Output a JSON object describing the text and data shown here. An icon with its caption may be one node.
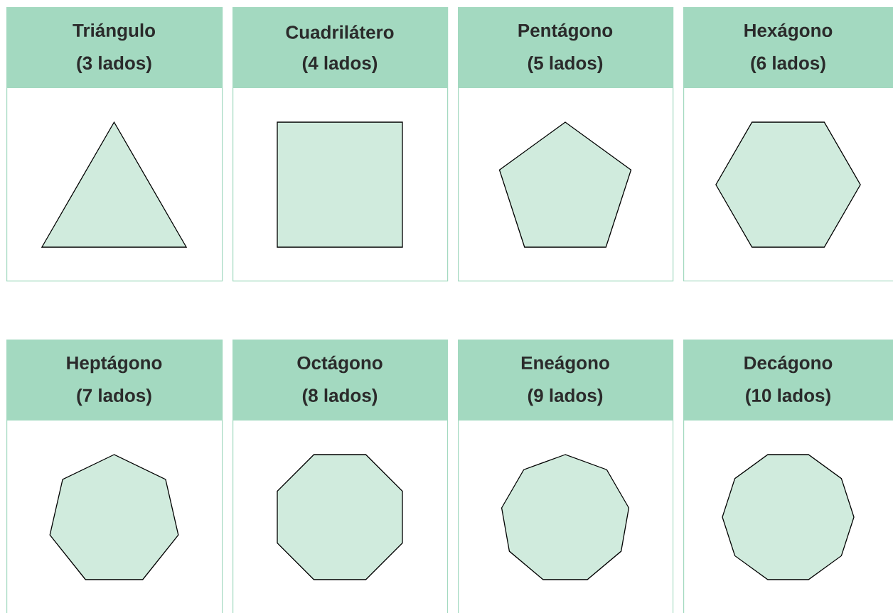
{
  "diagram": {
    "nodes": [
      {
        "text": [
          "Triángulo",
          "(3 lados)"
        ]
      },
      {
        "text": [
          "Cuadrilátero",
          "(4 lados)"
        ]
      },
      {
        "text": [
          "Pentágono",
          "(5 lados)"
        ]
      },
      {
        "text": [
          "Hexágono",
          "(6 lados)"
        ]
      },
      {
        "text": [
          "Heptágono",
          "(7 lados)"
        ]
      },
      {
        "text": [
          "Octágono",
          "(8 lados)"
        ]
      },
      {
        "text": [
          "Eneágono",
          "(9 lados)"
        ]
      },
      {
        "text": [
          "Decágono",
          "(10 lados)"
        ]
      }
    ]
  }
}
